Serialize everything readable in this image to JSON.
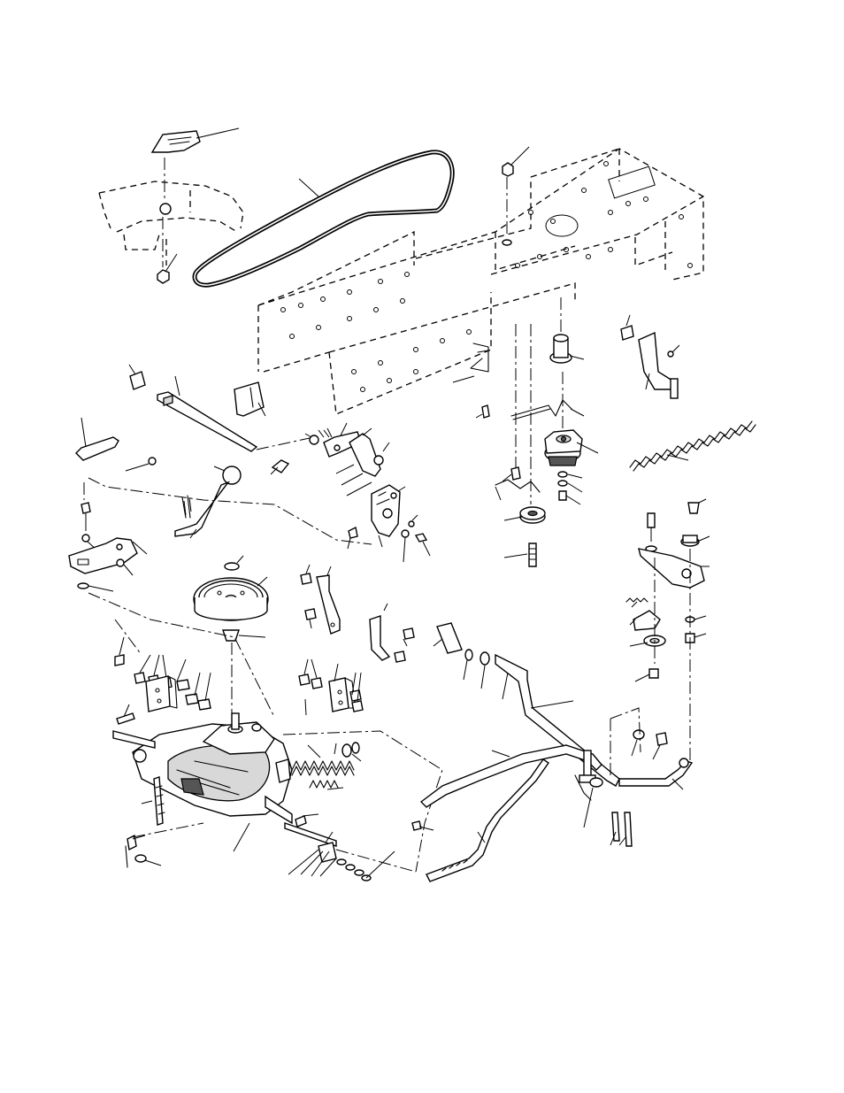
{
  "diagram": {
    "kind": "exploded parts diagram",
    "printed_text": [],
    "parts": [
      "grade-plate",
      "drive-belt",
      "fender-outline",
      "frame-rails",
      "shift-lever-rod",
      "shift-rod-link",
      "knob-lever",
      "idler-bracket",
      "belt-guide-wire",
      "spacer-pulley",
      "electric-clutch",
      "idler-pulley",
      "clutch-brake-spring",
      "clutch-stop-bracket",
      "transmission-pulley",
      "transmission-mount-brackets",
      "transaxle",
      "clutch-rod-springs",
      "brake-rod-assembly",
      "pedal-shaft",
      "foot-pedal-rod",
      "idler-arm"
    ]
  }
}
